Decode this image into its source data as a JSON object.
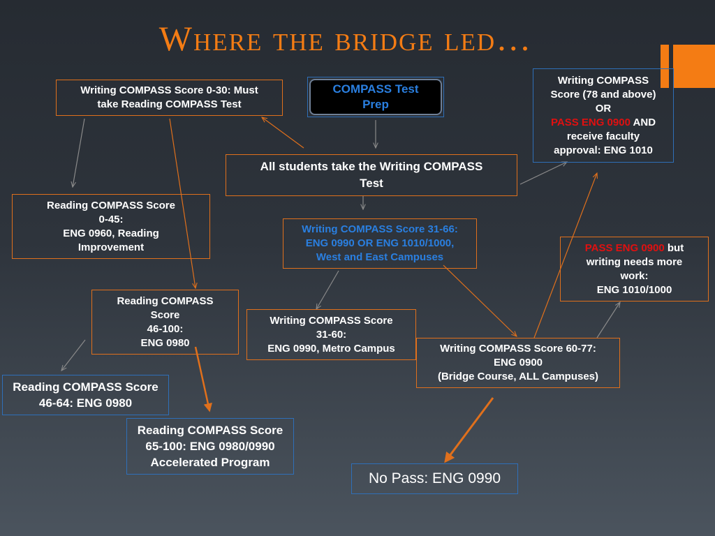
{
  "title": "Where the bridge led…",
  "boxes": {
    "compass_prep": [
      "COMPASS Test",
      "Prep"
    ],
    "writing_0_30": [
      "Writing COMPASS Score 0-30: Must",
      "take Reading COMPASS Test"
    ],
    "all_students": [
      "All students take the Writing COMPASS",
      "Test"
    ],
    "writing_78": {
      "line1": "Writing COMPASS",
      "line2": "Score (78 and above)",
      "line3": "OR",
      "line4_red": "PASS ENG 0900",
      "line4_rest": " AND",
      "line5": "receive faculty",
      "line6": "approval: ENG 1010"
    },
    "reading_0_45": [
      "Reading COMPASS Score",
      "0-45:",
      "ENG 0960, Reading",
      "Improvement"
    ],
    "writing_31_66": [
      "Writing COMPASS Score 31-66:",
      "ENG 0990 OR ENG 1010/1000,",
      "West and East Campuses"
    ],
    "pass_0900": {
      "line1_red": "PASS ENG 0900",
      "line1_rest": " but",
      "line2": "writing needs more",
      "line3": "work:",
      "line4": "ENG 1010/1000"
    },
    "reading_46_100": [
      "Reading COMPASS",
      "Score",
      "46-100:",
      "ENG 0980"
    ],
    "writing_31_60": [
      "Writing COMPASS Score",
      "31-60:",
      "ENG 0990, Metro Campus"
    ],
    "writing_60_77": [
      "Writing COMPASS Score 60-77:",
      "ENG 0900",
      "(Bridge Course, ALL Campuses)"
    ],
    "reading_46_64": [
      "Reading COMPASS Score",
      "46-64: ENG 0980"
    ],
    "reading_65_100": [
      "Reading COMPASS Score",
      "65-100: ENG 0980/0990",
      "Accelerated Program"
    ],
    "no_pass": "No Pass: ENG 0990"
  },
  "colors": {
    "title": "#f47c14",
    "orange_border": "#e0701c",
    "blue_border": "#2f6fb8",
    "blue_text": "#2a7fe0",
    "red_text": "#e01010",
    "gray_arrow": "#8a8a8a",
    "orange_arrow": "#e0701c"
  }
}
